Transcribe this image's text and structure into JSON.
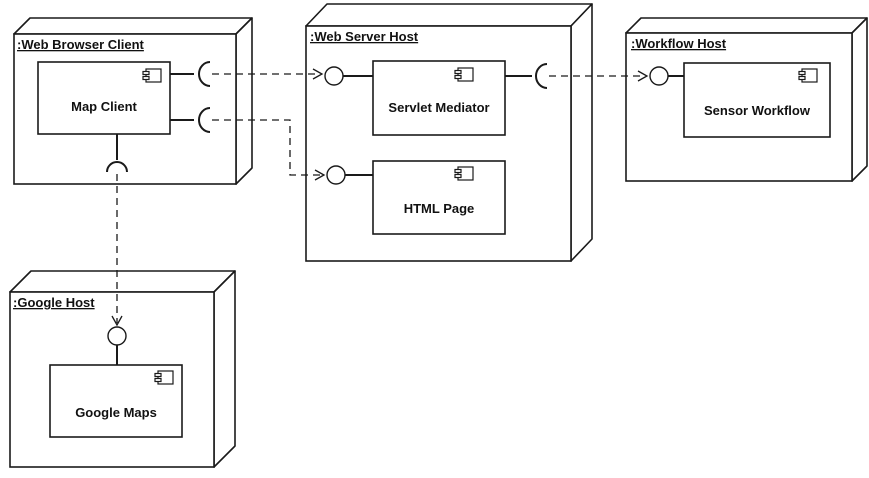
{
  "nodes": {
    "web_browser_client": {
      "title": ":Web Browser Client"
    },
    "web_server_host": {
      "title": ":Web Server Host"
    },
    "workflow_host": {
      "title": ":Workflow Host"
    },
    "google_host": {
      "title": ":Google Host"
    }
  },
  "components": {
    "map_client": {
      "label": "Map Client"
    },
    "servlet_mediator": {
      "label": "Servlet Mediator"
    },
    "html_page": {
      "label": "HTML Page"
    },
    "sensor_workflow": {
      "label": "Sensor Workflow"
    },
    "google_maps": {
      "label": "Google Maps"
    }
  },
  "icons": {
    "component": "uml-component-icon",
    "provided_interface": "lollipop-icon",
    "required_interface": "socket-icon"
  },
  "colors": {
    "stroke": "#1a1a1a",
    "fill": "#ffffff"
  }
}
